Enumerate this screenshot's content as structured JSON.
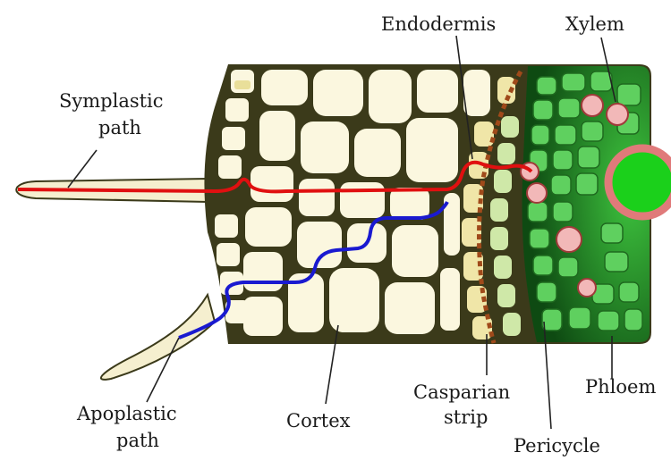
{
  "labels": {
    "endodermis": "Endodermis",
    "xylem": "Xylem",
    "symplastic_line1": "Symplastic",
    "symplastic_line2": "path",
    "apoplastic_line1": "Apoplastic",
    "apoplastic_line2": "path",
    "cortex": "Cortex",
    "casparian_line1": "Casparian",
    "casparian_line2": "strip",
    "phloem": "Phloem",
    "pericycle": "Pericycle"
  },
  "colors": {
    "cell_wall": "#3b3a1a",
    "cortex_cell": "#fbf7df",
    "endodermis_cell": "#f0e6a8",
    "casparian_strip": "#a04a1a",
    "stele_cell": "#4ac24a",
    "stele_wall": "#1f6a1f",
    "symplastic_path": "#e01010",
    "apoplastic_path": "#1a1ad0",
    "xylem_vessel": "#f2b8b8"
  }
}
